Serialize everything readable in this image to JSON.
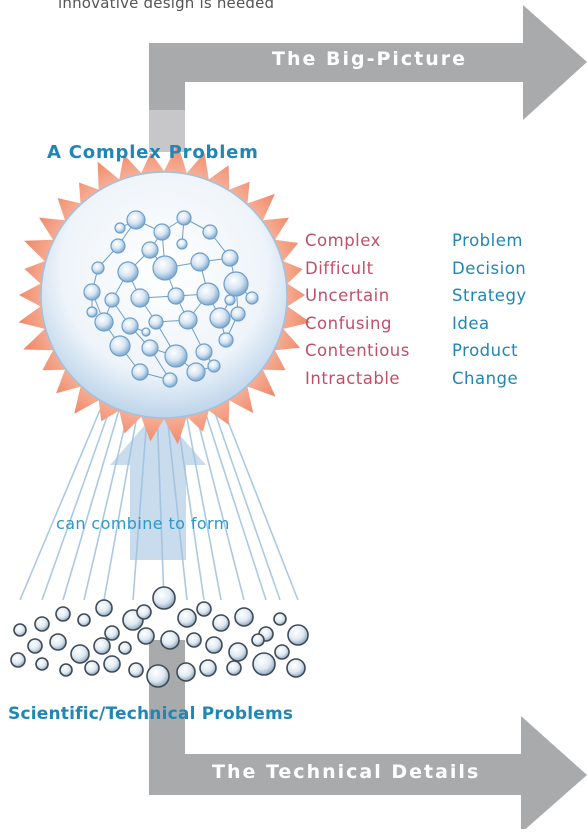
{
  "caption": "innovative design is needed",
  "arrows": {
    "big_picture": "The Big-Picture",
    "technical_details": "The Technical Details"
  },
  "complex_problem": {
    "title": "A Complex Problem",
    "adjectives": [
      "Complex",
      "Difficult",
      "Uncertain",
      "Confusing",
      "Contentious",
      "Intractable"
    ],
    "nouns": [
      "Problem",
      "Decision",
      "Strategy",
      "Idea",
      "Product",
      "Change"
    ]
  },
  "combine_text": "can combine to form",
  "scientific_title": "Scientific/Technical Problems",
  "colors": {
    "arrow_gray": "#a9aaac",
    "title_blue": "#1f86b6",
    "adjective_pink": "#c14f69",
    "spike_orange": "#f08a6a",
    "bubble_blue": "#7ea9d0"
  }
}
